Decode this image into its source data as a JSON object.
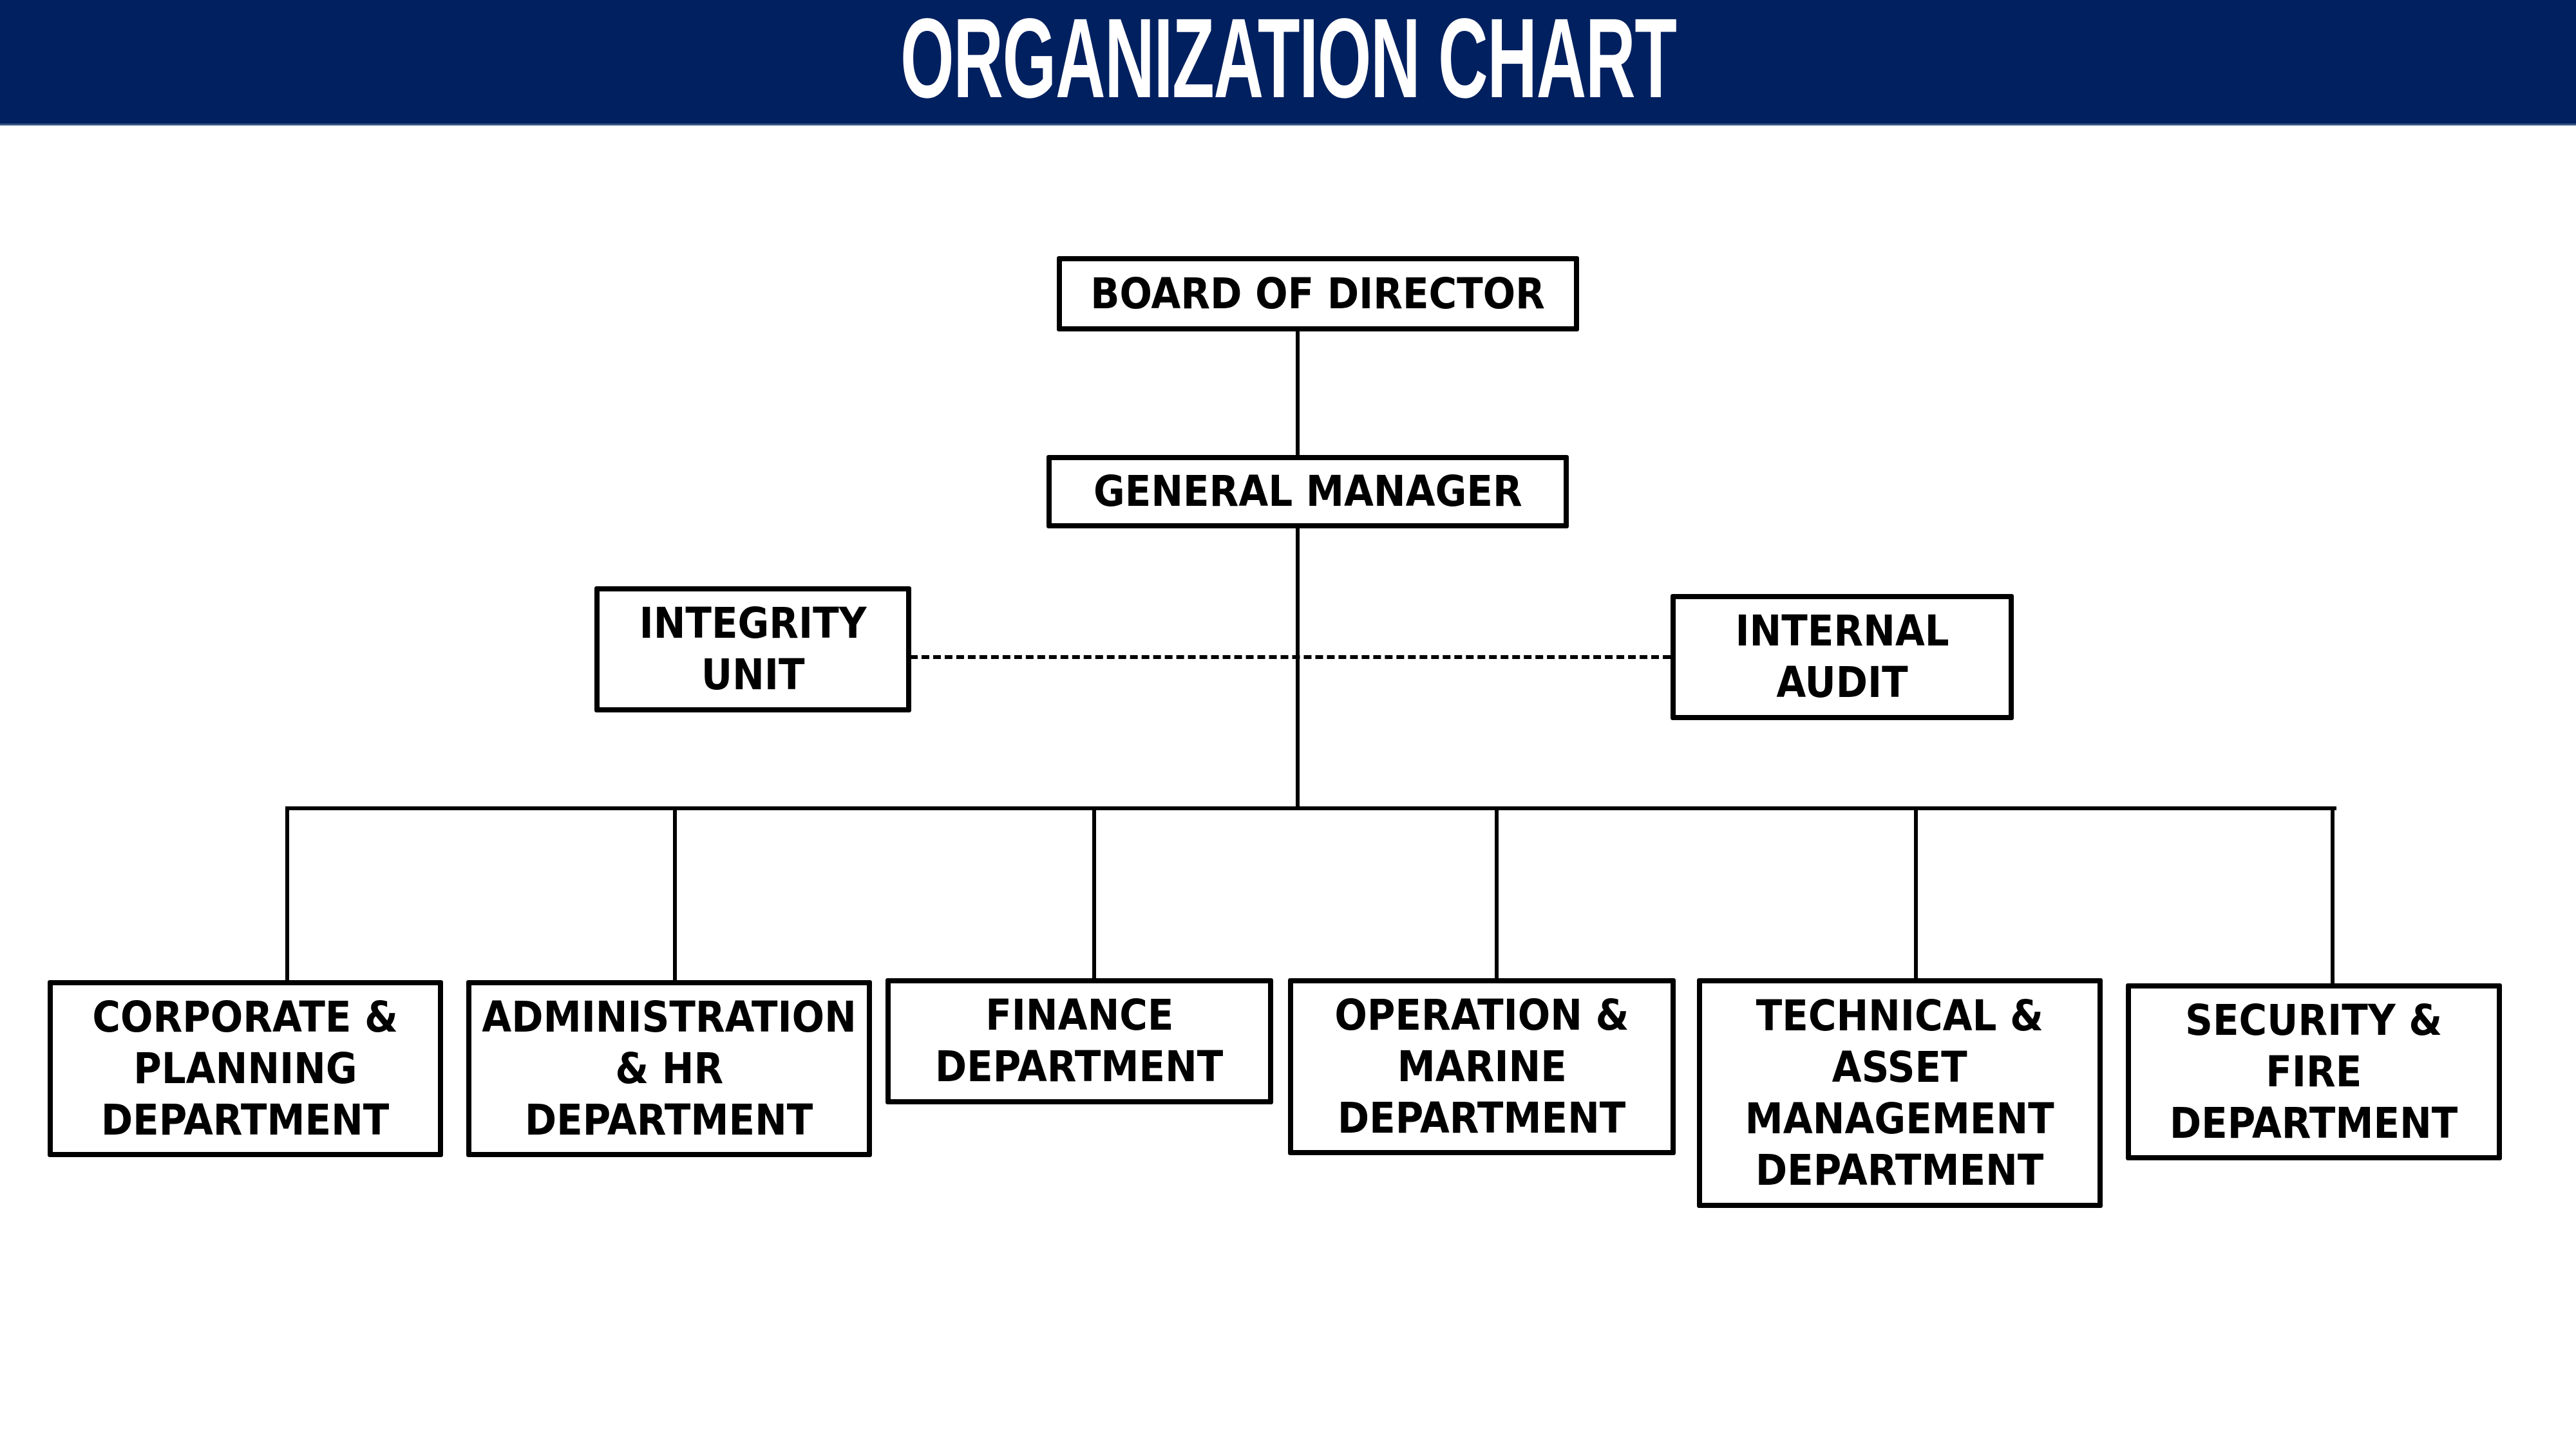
{
  "header": {
    "title": "ORGANIZATION CHART",
    "background_color": "#002060",
    "text_color": "#FFFFFF"
  },
  "chart": {
    "top": {
      "board": {
        "lines": [
          "BOARD OF DIRECTOR"
        ]
      },
      "general_manager": {
        "lines": [
          "GENERAL MANAGER"
        ]
      }
    },
    "staff_units": {
      "integrity_unit": {
        "lines": [
          "INTEGRITY",
          "UNIT"
        ]
      },
      "internal_audit": {
        "lines": [
          "INTERNAL",
          "AUDIT"
        ]
      }
    },
    "departments": [
      {
        "lines": [
          "CORPORATE &",
          "PLANNING",
          "DEPARTMENT"
        ]
      },
      {
        "lines": [
          "ADMINISTRATION",
          "& HR",
          "DEPARTMENT"
        ]
      },
      {
        "lines": [
          "FINANCE",
          "DEPARTMENT"
        ]
      },
      {
        "lines": [
          "OPERATION &",
          "MARINE",
          "DEPARTMENT"
        ]
      },
      {
        "lines": [
          "TECHNICAL &",
          "ASSET",
          "MANAGEMENT",
          "DEPARTMENT"
        ]
      },
      {
        "lines": [
          "SECURITY &",
          "FIRE",
          "DEPARTMENT"
        ]
      }
    ],
    "connectors": {
      "line_color": "#000000",
      "staff_link_style": "dashed",
      "reporting_link_style": "solid"
    }
  }
}
